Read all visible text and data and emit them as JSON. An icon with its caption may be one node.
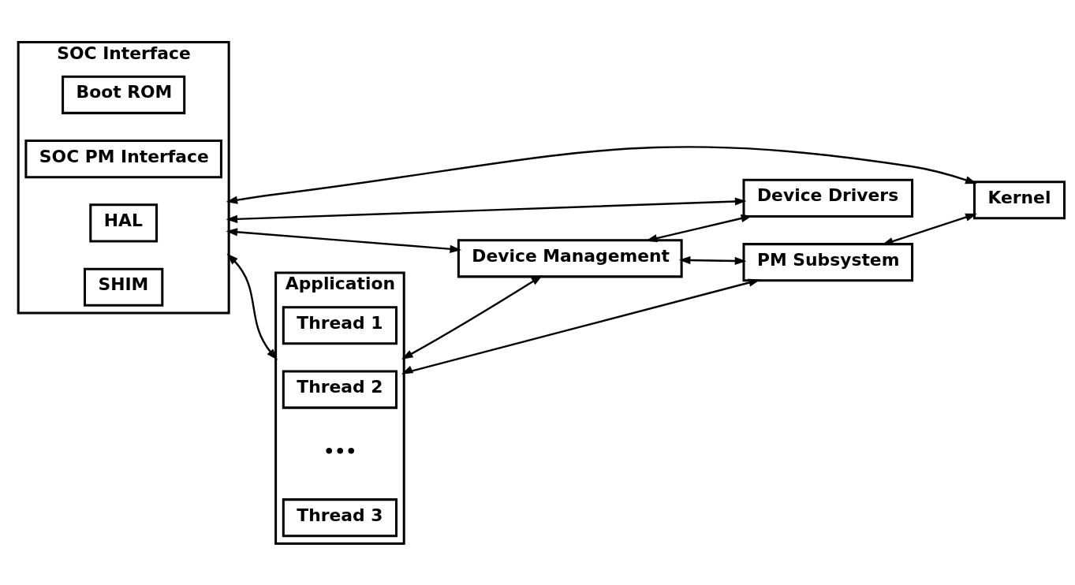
{
  "diagram": {
    "nodes": [
      {
        "text": [
          "SOC Interface"
        ]
      },
      {
        "text": [
          "Boot ROM"
        ],
        "in": 0
      },
      {
        "text": [
          "SOC PM Interface"
        ],
        "in": 0
      },
      {
        "text": [
          "HAL"
        ],
        "in": 0
      },
      {
        "text": [
          "SHIM"
        ],
        "in": 0
      },
      {
        "text": [
          "Application"
        ]
      },
      {
        "text": [
          "Thread 1"
        ],
        "in": 5
      },
      {
        "text": [
          "Thread 2"
        ],
        "in": 5
      },
      {
        "text": [
          "Thread 3"
        ],
        "in": 5
      },
      {
        "text": [
          "Device Management"
        ]
      },
      {
        "text": [
          "PM Subsystem"
        ]
      },
      {
        "text": [
          "Device Drivers"
        ]
      },
      {
        "text": [
          "Kernel"
        ]
      }
    ],
    "edges": [
      {
        "from": 0,
        "to": 5,
        "arrow": "both"
      },
      {
        "from": 0,
        "to": 9,
        "arrow": "both"
      },
      {
        "from": 0,
        "to": 11,
        "arrow": "both"
      },
      {
        "from": 0,
        "to": 12,
        "arrow": "both"
      },
      {
        "from": 5,
        "to": 9,
        "arrow": "both"
      },
      {
        "from": 5,
        "to": 10,
        "arrow": "both"
      },
      {
        "from": 9,
        "to": 10,
        "arrow": "both"
      },
      {
        "from": 9,
        "to": 11,
        "arrow": "both"
      },
      {
        "from": 10,
        "to": 12,
        "arrow": "both"
      }
    ],
    "labels": [
      "•••"
    ]
  }
}
